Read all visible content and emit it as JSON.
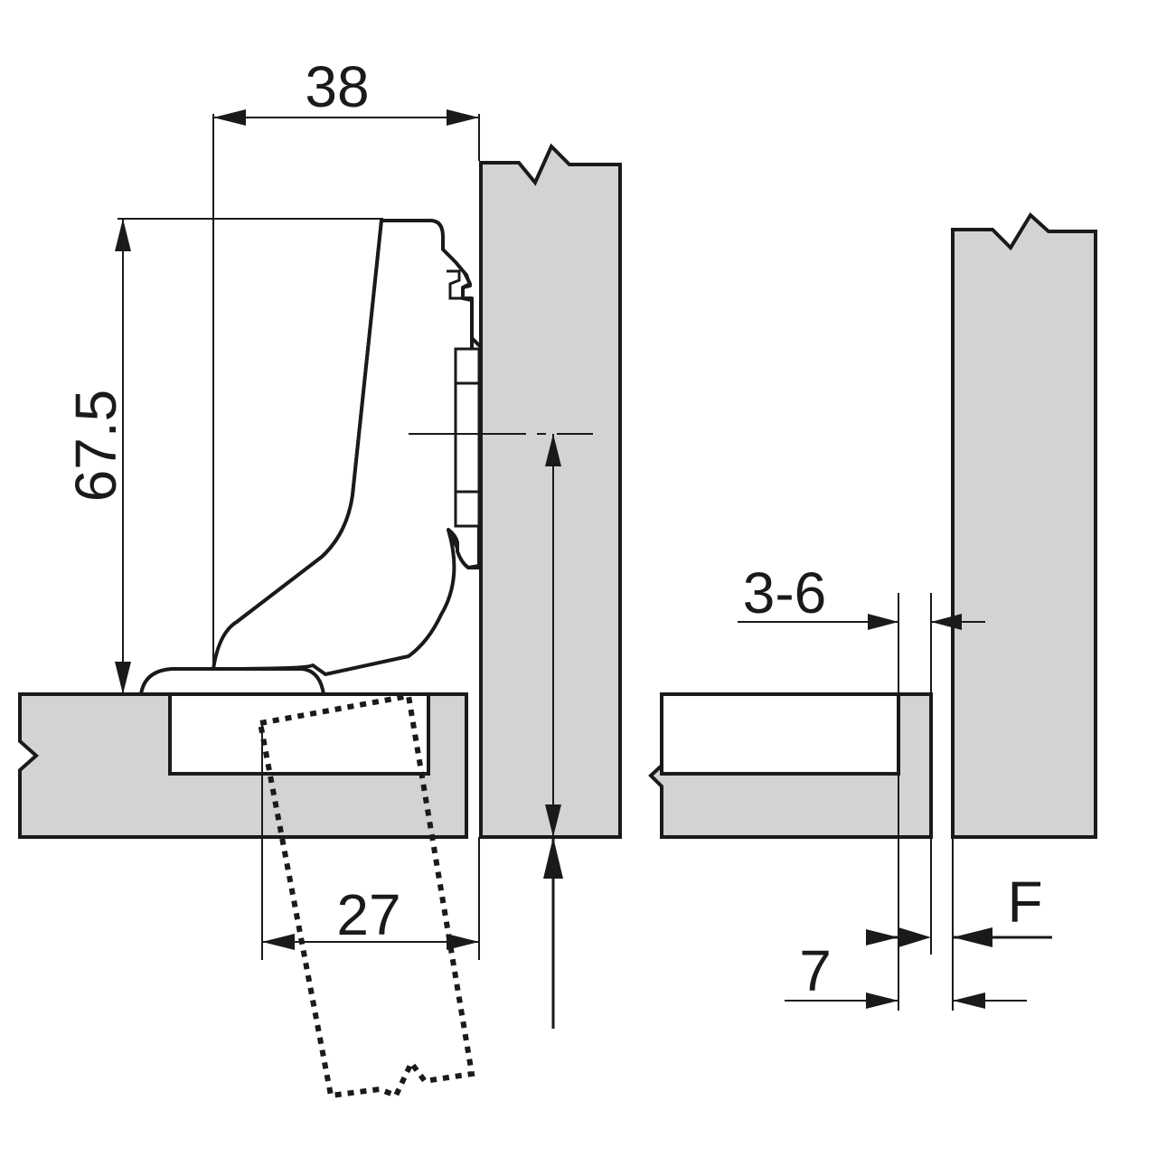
{
  "diagram": {
    "colors": {
      "panel": "#d1d3d4",
      "line": "#1a1a1a",
      "background": "#ffffff"
    },
    "dimensions": {
      "hinge_width": "38",
      "hinge_height": "67.5",
      "cup_distance": "27",
      "gap_range": "3-6",
      "overlay": "7",
      "overlay_label": "F"
    }
  }
}
